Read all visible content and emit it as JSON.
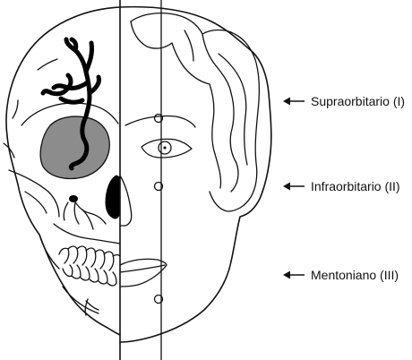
{
  "labels": {
    "supraorbital": "Supraorbitario (I)",
    "infraorbital": "Infraorbitario (II)",
    "mental": "Mentoniano (III)"
  },
  "colors": {
    "ink": "#111111",
    "shaded_region": "#8c8c8c",
    "background": "#ffffff"
  }
}
